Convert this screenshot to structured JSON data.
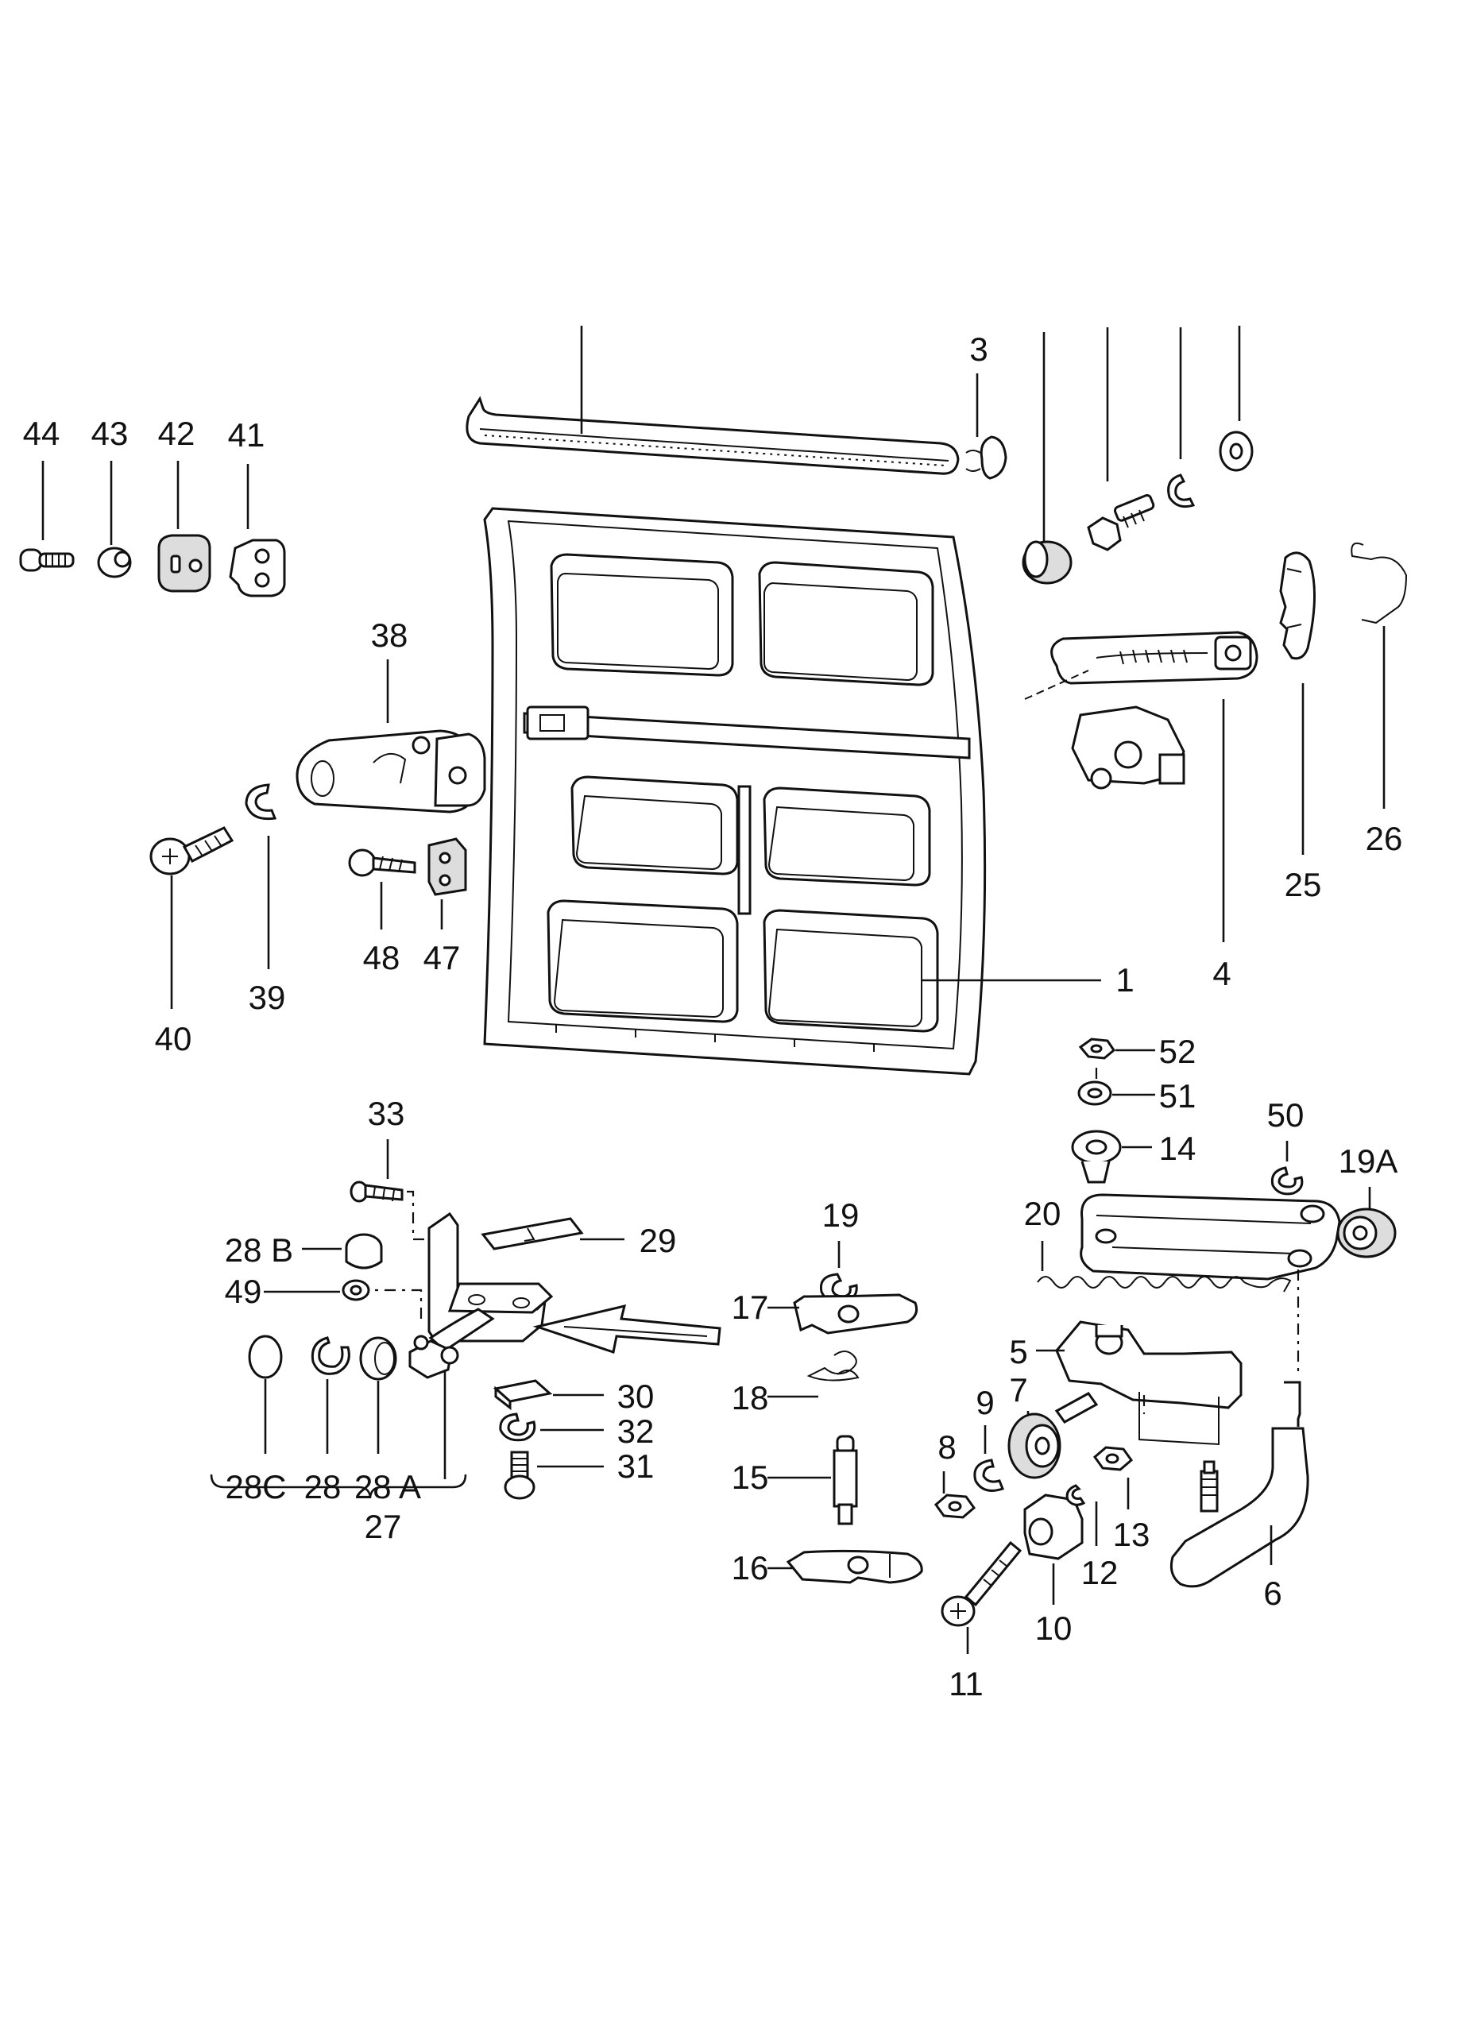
{
  "labels": {
    "p1": "1",
    "p3": "3",
    "p4": "4",
    "p5": "5",
    "p6": "6",
    "p7": "7",
    "p8": "8",
    "p9": "9",
    "p10": "10",
    "p11": "11",
    "p12": "12",
    "p13": "13",
    "p14": "14",
    "p15": "15",
    "p16": "16",
    "p17": "17",
    "p18": "18",
    "p19": "19",
    "p19a": "19A",
    "p20": "20",
    "p25": "25",
    "p26": "26",
    "p27": "27",
    "p28": "28",
    "p28a": "28 A",
    "p28b": "28 B",
    "p28c": "28C",
    "p29": "29",
    "p30": "30",
    "p31": "31",
    "p32": "32",
    "p33": "33",
    "p38": "38",
    "p39": "39",
    "p40": "40",
    "p41": "41",
    "p42": "42",
    "p43": "43",
    "p44": "44",
    "p47": "47",
    "p48": "48",
    "p49": "49",
    "p50": "50",
    "p51": "51",
    "p52": "52"
  }
}
